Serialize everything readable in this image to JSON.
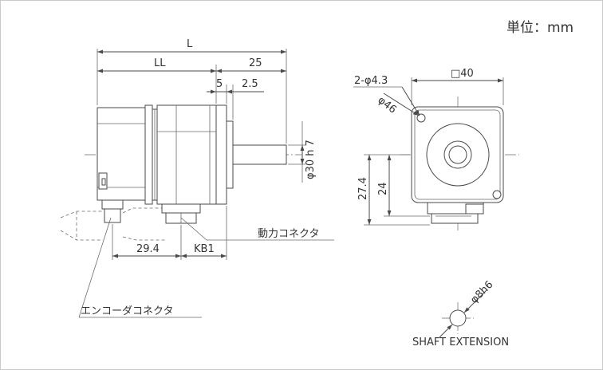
{
  "unit_label": "単位：mm",
  "dimensions": {
    "overall_length": "L",
    "body_length": "LL",
    "shaft_length": "25",
    "flange_thickness": "5",
    "pilot_length": "2.5",
    "shaft_diameter": "φ30 h 7",
    "encoder_connector_offset": "29.4",
    "power_connector_offset": "KB1",
    "mounting_holes": "2-φ4.3",
    "flange_square": "□40",
    "bolt_circle": "φ46",
    "height_total": "27.4",
    "height_to_center": "24",
    "shaft_ext_diameter": "φ8h6"
  },
  "labels": {
    "power_connector": "動力コネクタ",
    "encoder_connector": "エンコーダコネクタ",
    "shaft_extension": "SHAFT EXTENSION"
  },
  "colors": {
    "line": "#4a4a4a",
    "text": "#333333",
    "frame": "#c9c9c9"
  }
}
